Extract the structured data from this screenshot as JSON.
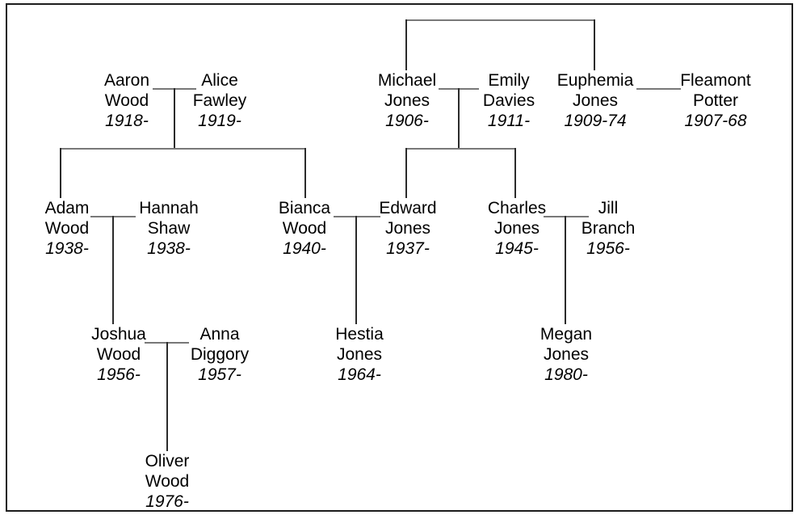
{
  "diagram": {
    "type": "family-tree",
    "background": "#ffffff",
    "border_color": "#1c1c1c",
    "horizontal_line_color": "#787878",
    "vertical_line_color": "#2b2b2b",
    "text_color": "#000000"
  },
  "people": [
    {
      "id": "aaron-wood",
      "given": "Aaron",
      "surname": "Wood",
      "dates": "1918-"
    },
    {
      "id": "alice-fawley",
      "given": "Alice",
      "surname": "Fawley",
      "dates": "1919-"
    },
    {
      "id": "michael-jones",
      "given": "Michael",
      "surname": "Jones",
      "dates": "1906-"
    },
    {
      "id": "emily-davies",
      "given": "Emily",
      "surname": "Davies",
      "dates": "1911-"
    },
    {
      "id": "euphemia-jones",
      "given": "Euphemia",
      "surname": "Jones",
      "dates": "1909-74"
    },
    {
      "id": "fleamont-potter",
      "given": "Fleamont",
      "surname": "Potter",
      "dates": "1907-68"
    },
    {
      "id": "adam-wood",
      "given": "Adam",
      "surname": "Wood",
      "dates": "1938-"
    },
    {
      "id": "hannah-shaw",
      "given": "Hannah",
      "surname": "Shaw",
      "dates": "1938-"
    },
    {
      "id": "bianca-wood",
      "given": "Bianca",
      "surname": "Wood",
      "dates": "1940-"
    },
    {
      "id": "edward-jones",
      "given": "Edward",
      "surname": "Jones",
      "dates": "1937-"
    },
    {
      "id": "charles-jones",
      "given": "Charles",
      "surname": "Jones",
      "dates": "1945-"
    },
    {
      "id": "jill-branch",
      "given": "Jill",
      "surname": "Branch",
      "dates": "1956-"
    },
    {
      "id": "joshua-wood",
      "given": "Joshua",
      "surname": "Wood",
      "dates": "1956-"
    },
    {
      "id": "anna-diggory",
      "given": "Anna",
      "surname": "Diggory",
      "dates": "1957-"
    },
    {
      "id": "hestia-jones",
      "given": "Hestia",
      "surname": "Jones",
      "dates": "1964-"
    },
    {
      "id": "megan-jones",
      "given": "Megan",
      "surname": "Jones",
      "dates": "1980-"
    },
    {
      "id": "oliver-wood",
      "given": "Oliver",
      "surname": "Wood",
      "dates": "1976-"
    }
  ],
  "unions": [
    {
      "partners": [
        "Aaron Wood",
        "Alice Fawley"
      ],
      "children": [
        "Adam Wood",
        "Bianca Wood"
      ]
    },
    {
      "partners": [
        "Michael Jones",
        "Emily Davies"
      ],
      "children": [
        "Edward Jones",
        "Charles Jones"
      ]
    },
    {
      "partners": [
        "Euphemia Jones",
        "Fleamont Potter"
      ],
      "children": []
    },
    {
      "partners": [
        "Adam Wood",
        "Hannah Shaw"
      ],
      "children": [
        "Joshua Wood"
      ]
    },
    {
      "partners": [
        "Bianca Wood",
        "Edward Jones"
      ],
      "children": [
        "Hestia Jones"
      ]
    },
    {
      "partners": [
        "Charles Jones",
        "Jill Branch"
      ],
      "children": [
        "Megan Jones"
      ]
    },
    {
      "partners": [
        "Joshua Wood",
        "Anna Diggory"
      ],
      "children": [
        "Oliver Wood"
      ]
    }
  ],
  "sibling_bracket": {
    "members": [
      "Michael Jones",
      "Euphemia Jones"
    ]
  }
}
